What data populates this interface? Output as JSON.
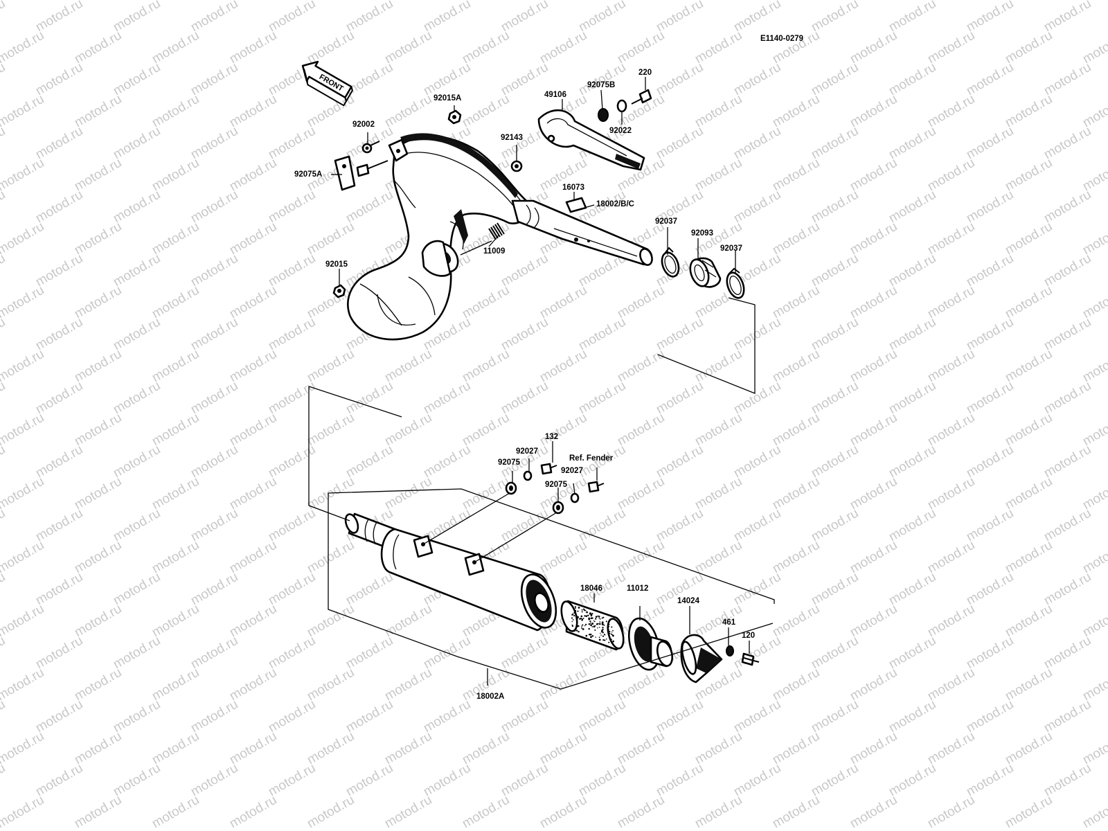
{
  "diagram": {
    "code": "E1140-0279",
    "front_label": "FRONT",
    "watermark_text": "motod.ru",
    "parts": {
      "p92015A": "92015A",
      "p92002": "92002",
      "p92075A": "92075A",
      "p92143": "92143",
      "p49106": "49106",
      "p92075B": "92075B",
      "p220": "220",
      "p92022": "92022",
      "p16073": "16073",
      "p18002BC": "18002/B/C",
      "p92037a": "92037",
      "p92093": "92093",
      "p92037b": "92037",
      "p92015": "92015",
      "p11009": "11009",
      "p132": "132",
      "p92027a": "92027",
      "p92075c": "92075",
      "p92027b": "92027",
      "pRefFender": "Ref. Fender",
      "p92075d": "92075",
      "p18046": "18046",
      "p11012": "11012",
      "p14024": "14024",
      "p461": "461",
      "p120": "120",
      "p18002A": "18002A"
    }
  }
}
